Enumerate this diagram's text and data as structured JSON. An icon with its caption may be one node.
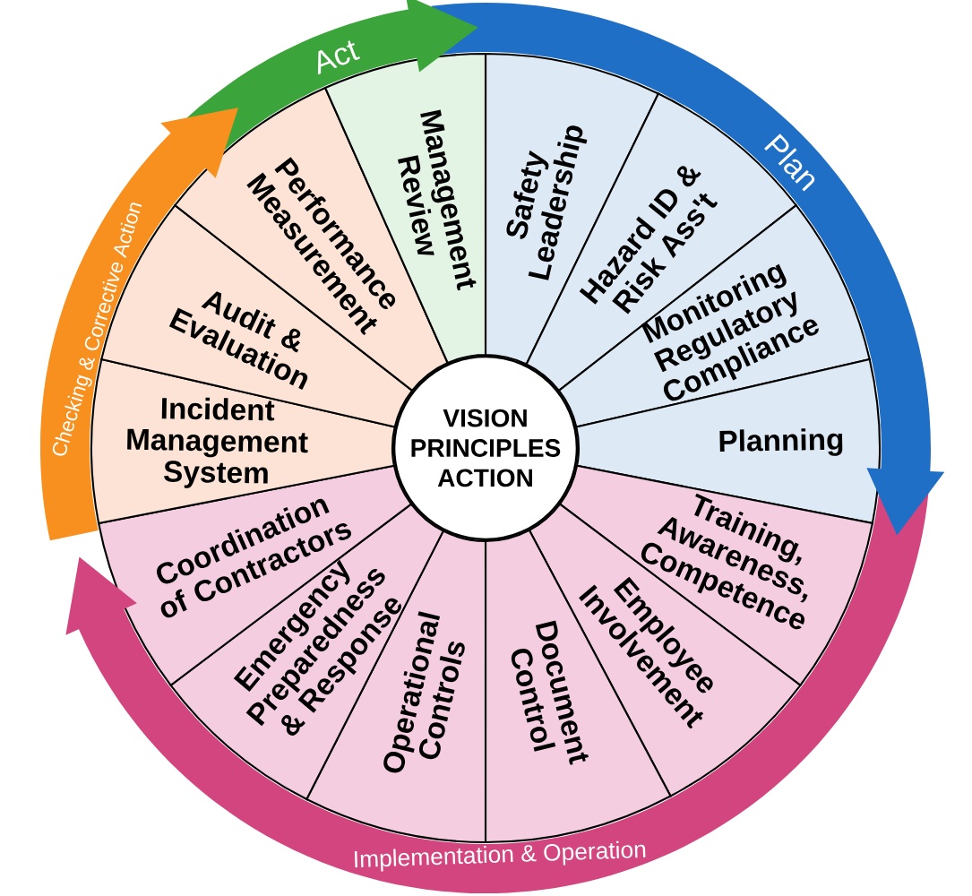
{
  "diagram": {
    "nodes": [
      {
        "text": [
          "VISION PRINCIPLES ACTION"
        ]
      },
      {
        "text": [
          "Safety Leadership"
        ]
      },
      {
        "text": [
          "Hazard ID & Risk Ass't"
        ]
      },
      {
        "text": [
          "Monitoring Regulatory Compliance"
        ]
      },
      {
        "text": [
          "Planning"
        ]
      },
      {
        "text": [
          "Training, Awareness, Competence"
        ]
      },
      {
        "text": [
          "Employee Involvement"
        ]
      },
      {
        "text": [
          "Document Control"
        ]
      },
      {
        "text": [
          "Operational Controls"
        ]
      },
      {
        "text": [
          "Emergency Preparedness & Response"
        ]
      },
      {
        "text": [
          "Coordination of Contractors"
        ]
      },
      {
        "text": [
          "Incident Management System"
        ]
      },
      {
        "text": [
          "Audit & Evaluation"
        ]
      },
      {
        "text": [
          "Performance Measurement"
        ]
      },
      {
        "text": [
          "Management Review"
        ]
      },
      {
        "text": [
          "Act"
        ]
      },
      {
        "text": [
          "Plan"
        ]
      },
      {
        "text": [
          "Implementation & Operation"
        ]
      },
      {
        "text": [
          "Checking & Corrective Action"
        ]
      }
    ]
  }
}
